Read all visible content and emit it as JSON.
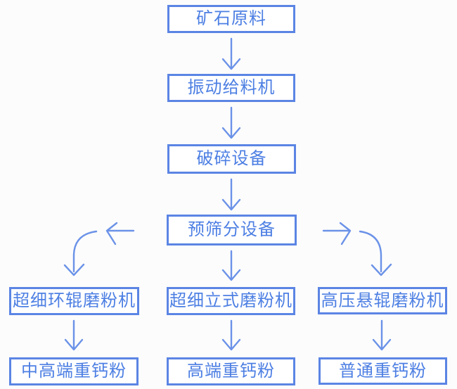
{
  "diagram": {
    "type": "flowchart",
    "nodes": {
      "raw_material": "矿石原料",
      "vibrating_feeder": "振动给料机",
      "crushing_equipment": "破碎设备",
      "pre_screening": "预筛分设备",
      "mill_left": "超细环辊磨粉机",
      "mill_middle": "超细立式磨粉机",
      "mill_right": "高压悬辊磨粉机",
      "product_left": "中高端重钙粉",
      "product_middle": "高端重钙粉",
      "product_right": "普通重钙粉"
    },
    "edges": [
      {
        "from": "raw_material",
        "to": "vibrating_feeder"
      },
      {
        "from": "vibrating_feeder",
        "to": "crushing_equipment"
      },
      {
        "from": "crushing_equipment",
        "to": "pre_screening"
      },
      {
        "from": "pre_screening",
        "to": "mill_left"
      },
      {
        "from": "pre_screening",
        "to": "mill_middle"
      },
      {
        "from": "pre_screening",
        "to": "mill_right"
      },
      {
        "from": "mill_left",
        "to": "product_left"
      },
      {
        "from": "mill_middle",
        "to": "product_middle"
      },
      {
        "from": "mill_right",
        "to": "product_right"
      }
    ],
    "colors": {
      "background": "#fcfcfc",
      "box_border": "#5b85e4",
      "box_text": "#4d7fe3",
      "arrow": "#6b92e8",
      "box_fill": "#ffffff"
    }
  }
}
